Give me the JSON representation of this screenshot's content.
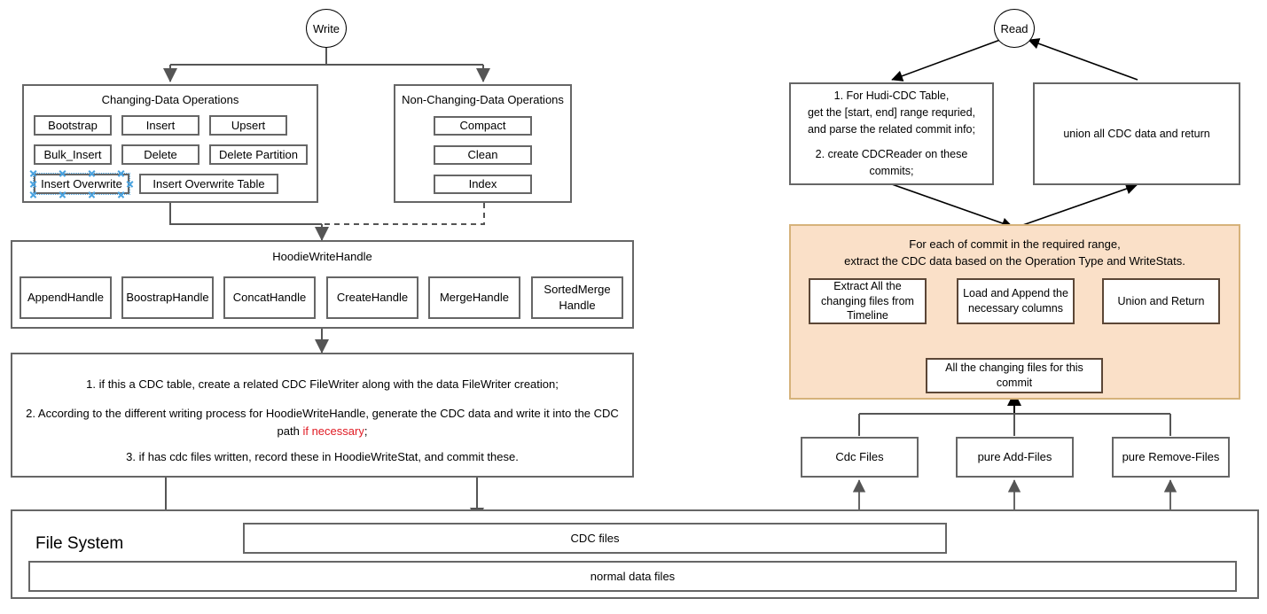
{
  "diagram": {
    "title": "Hudi CDC Write and Read Flow",
    "accent_orange_fill": "#FAE0C8",
    "accent_orange_border": "#D6B27A",
    "selection_color": "#4aa3e0",
    "highlight_text_color": "#e01b24"
  },
  "write": {
    "start_label": "Write",
    "changing": {
      "title": "Changing-Data Operations",
      "ops": [
        "Bootstrap",
        "Insert",
        "Upsert",
        "Bulk_Insert",
        "Delete",
        "Delete Partition",
        "Insert  Overwrite",
        "Insert  Overwrite Table"
      ],
      "selected_op": "Insert  Overwrite"
    },
    "non_changing": {
      "title": "Non-Changing-Data Operations",
      "ops": [
        "Compact",
        "Clean",
        "Index"
      ]
    },
    "handle": {
      "title": "HoodieWriteHandle",
      "handles": [
        "AppendHandle",
        "BoostrapHandle",
        "ConcatHandle",
        "CreateHandle",
        "MergeHandle",
        "SortedMerge\nHandle"
      ],
      "handles_display": [
        "AppendHandle",
        "BoostrapHandle",
        "ConcatHandle",
        "CreateHandle",
        "MergeHandle",
        "SortedMerge Handle"
      ]
    },
    "steps": {
      "line1": "1. if this a CDC table, create a related CDC FileWriter along with the data FileWriter creation;",
      "line2_a": "2. According to the different writing process for HoodieWriteHandle, generate the CDC data and write it into the CDC path ",
      "line2_red": "if necessary",
      "line2_b": ";",
      "line3": "3. if has cdc files written, record these in HoodieWriteStat, and commit these."
    }
  },
  "filesystem": {
    "label": "File System",
    "cdc_files": "CDC files",
    "normal_data_files": "normal data files"
  },
  "read": {
    "start_label": "Read",
    "step1": "1. For Hudi-CDC Table,\nget the [start, end] range requried,\nand parse the related commit info;\n\n2. create CDCReader on these commits;",
    "step1_lines": [
      "1. For Hudi-CDC Table,",
      "get the [start, end] range requried,",
      "and parse the related commit info;",
      "",
      "2. create CDCReader on these",
      "commits;"
    ],
    "union_box": "union all CDC data and return",
    "panel": {
      "head_line1": "For each of commit in the required range,",
      "head_line2": "extract the CDC data based on the Operation Type and WriteStats.",
      "boxes": [
        "Extract All the changing files from Timeline",
        "Load and Append the necessary columns",
        "Union and Return",
        "All the changing files for this commit"
      ],
      "box_extract_lines": [
        "Extract All the",
        "changing files from",
        "Timeline"
      ],
      "box_load_lines": [
        "Load and Append the",
        "necessary columns"
      ],
      "box_union_lines": [
        "Union and Return"
      ],
      "box_allfiles_lines": [
        "All the changing files for this",
        "commit"
      ]
    },
    "file_sources": [
      "Cdc Files",
      "pure Add-Files",
      "pure Remove-Files"
    ]
  }
}
